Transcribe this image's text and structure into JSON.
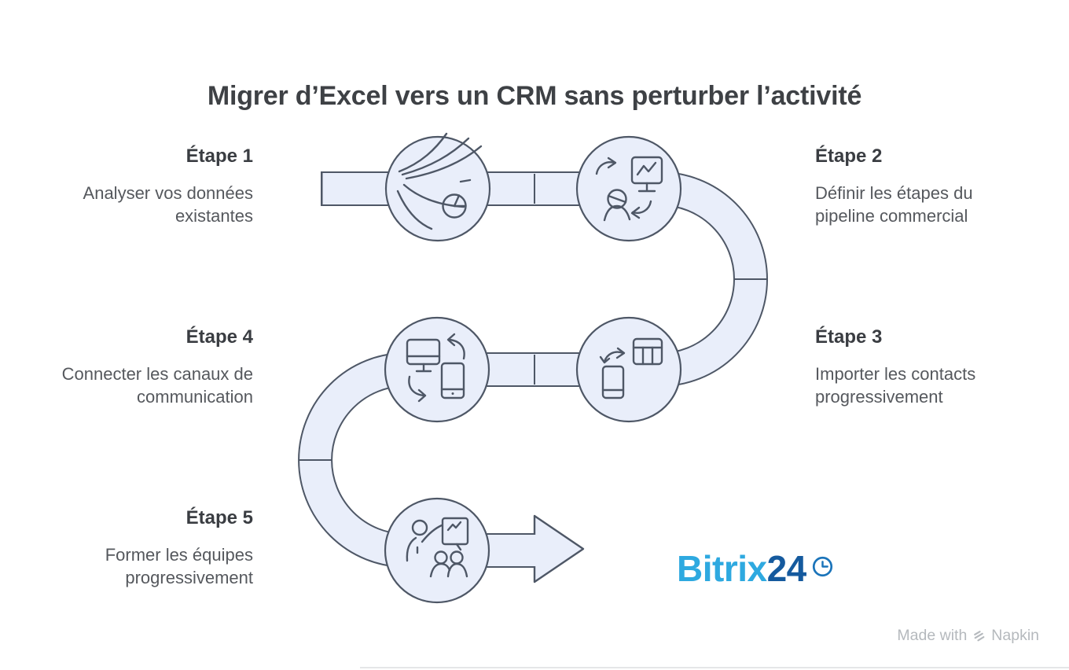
{
  "title": "Migrer d’Excel vers un CRM sans perturber l’activité",
  "steps": [
    {
      "label": "Étape 1",
      "description": "Analyser vos données existantes",
      "icon": "data-analysis-icon"
    },
    {
      "label": "Étape 2",
      "description": "Définir les étapes du pipeline commercial",
      "icon": "pipeline-dashboard-icon"
    },
    {
      "label": "Étape 3",
      "description": "Importer les contacts progressivement",
      "icon": "import-contacts-icon"
    },
    {
      "label": "Étape 4",
      "description": "Connecter les canaux de communication",
      "icon": "devices-sync-icon"
    },
    {
      "label": "Étape 5",
      "description": "Former les équipes progressivement",
      "icon": "team-training-icon"
    }
  ],
  "logo": {
    "part1": "Bitrix",
    "part2": "24",
    "icon": "clock-icon"
  },
  "footer": {
    "prefix": "Made with",
    "brand": "Napkin",
    "icon": "napkin-icon"
  },
  "colors": {
    "track_fill": "#e9eefa",
    "track_stroke": "#4e5766",
    "title_text": "#3e4145",
    "heading_text": "#3a3d42",
    "body_text": "#55585d",
    "logo_light_blue": "#2ea9e0",
    "logo_dark_blue": "#155a9e",
    "logo_clock_blue": "#1b74ba",
    "footer_text": "#b5b9bd"
  }
}
